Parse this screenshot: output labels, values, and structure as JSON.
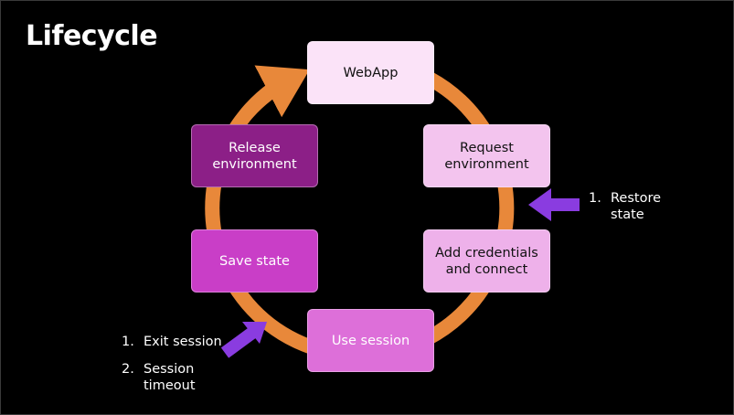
{
  "title": "Lifecycle",
  "nodes": {
    "webapp": {
      "label": "WebApp",
      "bg": "#fbe3f8",
      "fg": "#111111"
    },
    "request_env": {
      "label": "Request\nenvironment",
      "bg": "#f3c4ee",
      "fg": "#111111"
    },
    "add_credentials": {
      "label": "Add credentials\nand connect",
      "bg": "#eeb1ea",
      "fg": "#111111"
    },
    "use_session": {
      "label": "Use session",
      "bg": "#dd6fd9",
      "fg": "#ffffff"
    },
    "save_state": {
      "label": "Save state",
      "bg": "#c93ec7",
      "fg": "#ffffff"
    },
    "release_env": {
      "label": "Release\nenvironment",
      "bg": "#8c1f87",
      "fg": "#ffffff"
    }
  },
  "annotations": {
    "restore": {
      "num": "1.",
      "text": "Restore\nstate"
    },
    "exit": {
      "num": "1.",
      "text": "Exit session"
    },
    "timeout": {
      "num": "2.",
      "text": "Session\ntimeout"
    }
  },
  "colors": {
    "ring": "#e8883a",
    "pointer_arrow": "#8a3ce0"
  }
}
